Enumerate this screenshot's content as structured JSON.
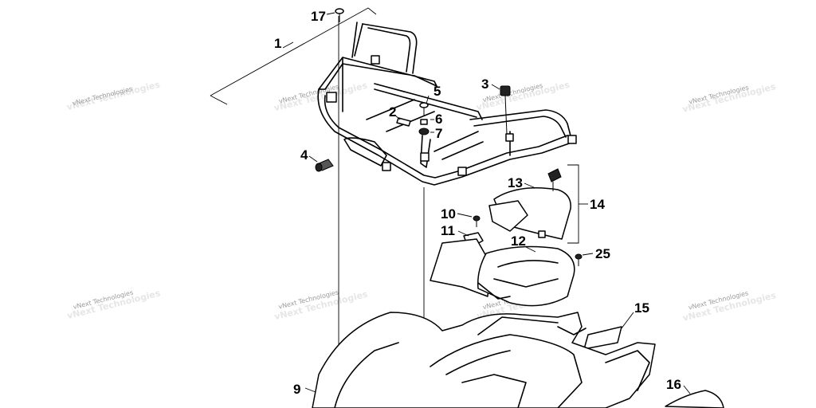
{
  "diagram": {
    "callouts": {
      "c1": "1",
      "c2": "2",
      "c3": "3",
      "c4": "4",
      "c5": "5",
      "c6": "6",
      "c7": "7",
      "c9": "9",
      "c10": "10",
      "c11": "11",
      "c12": "12",
      "c13": "13",
      "c14": "14",
      "c15": "15",
      "c16": "16",
      "c17": "17",
      "c25": "25"
    },
    "watermark": "vNext Technologies"
  }
}
